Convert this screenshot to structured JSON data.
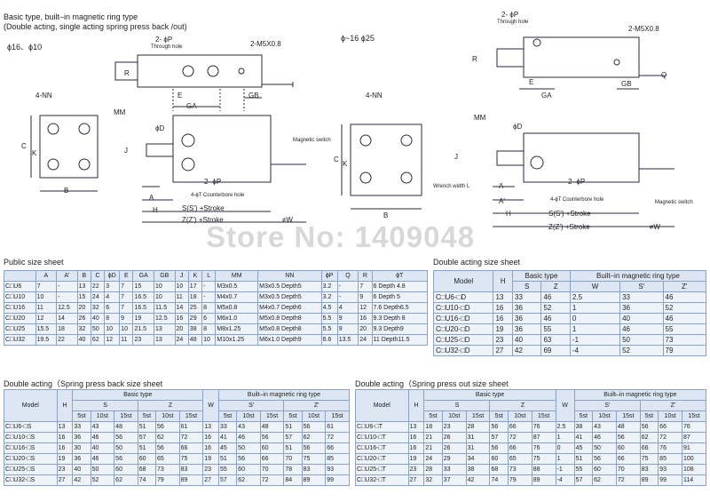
{
  "header": {
    "line1": "Basic type, built–in magnetic ring type",
    "line2": "(Double acting, single acting spring press back /out)",
    "bore_small": "ϕ16、ϕ10",
    "bore_large": "ϕ~16 ϕ25"
  },
  "drawing_labels": {
    "two_phi_p": "2- ϕP",
    "through_hole": "Through hole",
    "m5": "2-M5X0.8",
    "R": "R",
    "E": "E",
    "GA": "GA",
    "GB": "GB",
    "four_nn": "4-NN",
    "MM": "MM",
    "phiD": "ϕD",
    "J": "J",
    "C": "C",
    "K": "K",
    "B": "B",
    "A": "A",
    "Aprime": "A'",
    "H": "H",
    "magnetic_switch": "Magnetic switch",
    "counterbore": "4-ϕT Counterbore hole",
    "stroke_s": "S(S') +Stroke",
    "stroke_z": "Z(Z') +Stroke",
    "W": "≠W",
    "Q": "Q",
    "L": "L",
    "wrench": "Wrench width L"
  },
  "watermark": "Store No: 1409048",
  "public_sheet": {
    "title": "Public size sheet",
    "headers": [
      "",
      "A",
      "A'",
      "B",
      "C",
      "ϕD",
      "E",
      "GA",
      "GB",
      "J",
      "K",
      "L",
      "MM",
      "NN",
      "ϕP",
      "Q",
      "R",
      "ϕT"
    ],
    "rows": [
      [
        "C□U6",
        "7",
        "-",
        "13",
        "22",
        "3",
        "7",
        "15",
        "10",
        "10",
        "17",
        "-",
        "M3x0.5",
        "M3x0.5 Depth5",
        "3.2",
        "-",
        "7",
        "6 Depth 4.8"
      ],
      [
        "C□U10",
        "10",
        "-",
        "15",
        "24",
        "4",
        "7",
        "16.5",
        "10",
        "11",
        "18",
        "-",
        "M4x0.7",
        "M3x0.5 Depth5",
        "3.2",
        "-",
        "9",
        "6 Depth 5"
      ],
      [
        "C□U16",
        "11",
        "12.5",
        "20",
        "32",
        "6",
        "7",
        "16.5",
        "11.5",
        "14",
        "25",
        "8",
        "M5x0.8",
        "M4x0.7 Depth6",
        "4.5",
        "4",
        "12",
        "7.6 Depth6.5"
      ],
      [
        "C□U20",
        "12",
        "14",
        "26",
        "40",
        "8",
        "9",
        "19",
        "12.5",
        "16",
        "29",
        "6",
        "M6x1.0",
        "M5x0.8 Depth8",
        "5.5",
        "9",
        "16",
        "9.3 Depth 8"
      ],
      [
        "C□U25",
        "15.5",
        "18",
        "32",
        "50",
        "10",
        "10",
        "21.5",
        "13",
        "20",
        "38",
        "8",
        "M8x1.25",
        "M5x0.8 Depth8",
        "5.5",
        "9",
        "20",
        "9.3 Depth9"
      ],
      [
        "C□U32",
        "19.5",
        "22",
        "40",
        "62",
        "12",
        "11",
        "23",
        "13",
        "24",
        "48",
        "10",
        "M10x1.25",
        "M6x1.0 Depth9",
        "6.6",
        "13.5",
        "24",
        "11 Depth11.5"
      ]
    ]
  },
  "double_sheet": {
    "title": "Double acting size sheet",
    "h_model": "Model",
    "h_H": "H",
    "h_basic": "Basic type",
    "h_builtin": "Built–in magnetic ring type",
    "sub": [
      "S",
      "Z",
      "W",
      "S'",
      "Z'"
    ],
    "rows": [
      [
        "C□U6-□D",
        "13",
        "33",
        "46",
        "2.5",
        "33",
        "46"
      ],
      [
        "C□U10-□D",
        "16",
        "36",
        "52",
        "1",
        "36",
        "52"
      ],
      [
        "C□U16-□D",
        "16",
        "36",
        "46",
        "0",
        "40",
        "46"
      ],
      [
        "C□U20-□D",
        "19",
        "36",
        "55",
        "1",
        "46",
        "55"
      ],
      [
        "C□U25-□D",
        "23",
        "40",
        "63",
        "-1",
        "50",
        "73"
      ],
      [
        "C□U32-□D",
        "27",
        "42",
        "69",
        "-4",
        "52",
        "79"
      ]
    ]
  },
  "spring_back": {
    "title": "Double acting（Spring press back   size sheet",
    "h_model": "Model",
    "h_H": "H",
    "h_basic": "Basic type",
    "h_builtin": "Built–in magnetic ring type",
    "h_S": "S",
    "h_Z": "Z",
    "h_W": "W",
    "h_Sp": "S'",
    "h_Zp": "Z'",
    "strokes": [
      "5st",
      "10st",
      "15st"
    ],
    "rows": [
      [
        "C□U6-□S",
        "13",
        "33",
        "43",
        "48",
        "51",
        "56",
        "61",
        "13",
        "33",
        "43",
        "48",
        "51",
        "56",
        "61"
      ],
      [
        "C□U10-□S",
        "16",
        "36",
        "46",
        "56",
        "57",
        "62",
        "72",
        "16",
        "41",
        "46",
        "56",
        "57",
        "62",
        "72"
      ],
      [
        "C□U16-□S",
        "16",
        "30",
        "40",
        "50",
        "51",
        "56",
        "66",
        "16",
        "45",
        "50",
        "60",
        "51",
        "56",
        "66"
      ],
      [
        "C□U20-□S",
        "19",
        "36",
        "46",
        "56",
        "60",
        "65",
        "75",
        "19",
        "51",
        "56",
        "66",
        "70",
        "75",
        "85"
      ],
      [
        "C□U25-□S",
        "23",
        "40",
        "50",
        "60",
        "68",
        "73",
        "83",
        "23",
        "55",
        "60",
        "70",
        "78",
        "83",
        "93"
      ],
      [
        "C□U32-□S",
        "27",
        "42",
        "52",
        "62",
        "74",
        "79",
        "89",
        "27",
        "57",
        "62",
        "72",
        "84",
        "89",
        "99"
      ]
    ]
  },
  "spring_out": {
    "title": "Double acting（Spring press out   size sheet",
    "h_model": "Model",
    "h_H": "H",
    "h_basic": "Basic type",
    "h_builtin": "Built–in magnetic ring type",
    "h_S": "S",
    "h_Z": "Z",
    "h_W": "W",
    "h_Sp": "S'",
    "h_Zp": "Z'",
    "strokes": [
      "5st",
      "10st",
      "15st"
    ],
    "rows": [
      [
        "C□U6-□T",
        "13",
        "18",
        "23",
        "28",
        "56",
        "66",
        "76",
        "2.5",
        "38",
        "43",
        "48",
        "56",
        "66",
        "76"
      ],
      [
        "C□U10-□T",
        "16",
        "21",
        "26",
        "31",
        "57",
        "72",
        "87",
        "1",
        "41",
        "46",
        "56",
        "62",
        "72",
        "87"
      ],
      [
        "C□U16-□T",
        "16",
        "21",
        "26",
        "31",
        "56",
        "66",
        "76",
        "0",
        "45",
        "50",
        "60",
        "66",
        "76",
        "91"
      ],
      [
        "C□U20-□T",
        "19",
        "24",
        "29",
        "34",
        "60",
        "65",
        "75",
        "1",
        "51",
        "56",
        "66",
        "75",
        "85",
        "100"
      ],
      [
        "C□U25-□T",
        "23",
        "28",
        "33",
        "38",
        "68",
        "73",
        "88",
        "-1",
        "55",
        "60",
        "70",
        "83",
        "93",
        "108"
      ],
      [
        "C□U32-□T",
        "27",
        "32",
        "37",
        "42",
        "74",
        "79",
        "89",
        "-4",
        "57",
        "62",
        "72",
        "89",
        "99",
        "114"
      ]
    ]
  }
}
